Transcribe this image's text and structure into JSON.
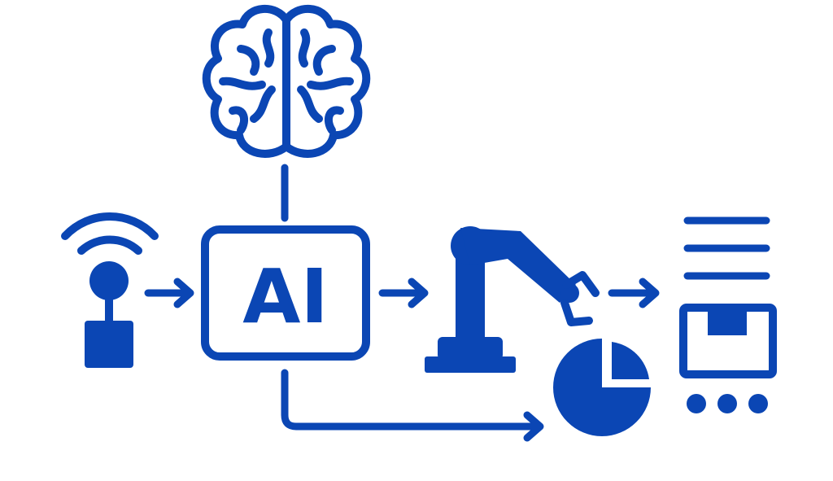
{
  "colors": {
    "primary": "#0b46b4",
    "background": "#ffffff"
  },
  "nodes": {
    "sensor": {
      "icon": "wireless-sensor-icon"
    },
    "ai": {
      "label": "AI",
      "icon": "ai-chip-box"
    },
    "brain": {
      "icon": "brain-icon"
    },
    "robot": {
      "icon": "robotic-arm-icon"
    },
    "analytics": {
      "icon": "pie-chart-icon"
    },
    "product": {
      "icon": "package-conveyor-icon"
    }
  },
  "edges": [
    {
      "from": "sensor",
      "to": "ai",
      "type": "arrow"
    },
    {
      "from": "ai",
      "to": "brain",
      "type": "line"
    },
    {
      "from": "ai",
      "to": "robot",
      "type": "arrow"
    },
    {
      "from": "robot",
      "to": "product",
      "type": "arrow"
    },
    {
      "from": "ai",
      "to": "analytics",
      "type": "arrow"
    }
  ]
}
